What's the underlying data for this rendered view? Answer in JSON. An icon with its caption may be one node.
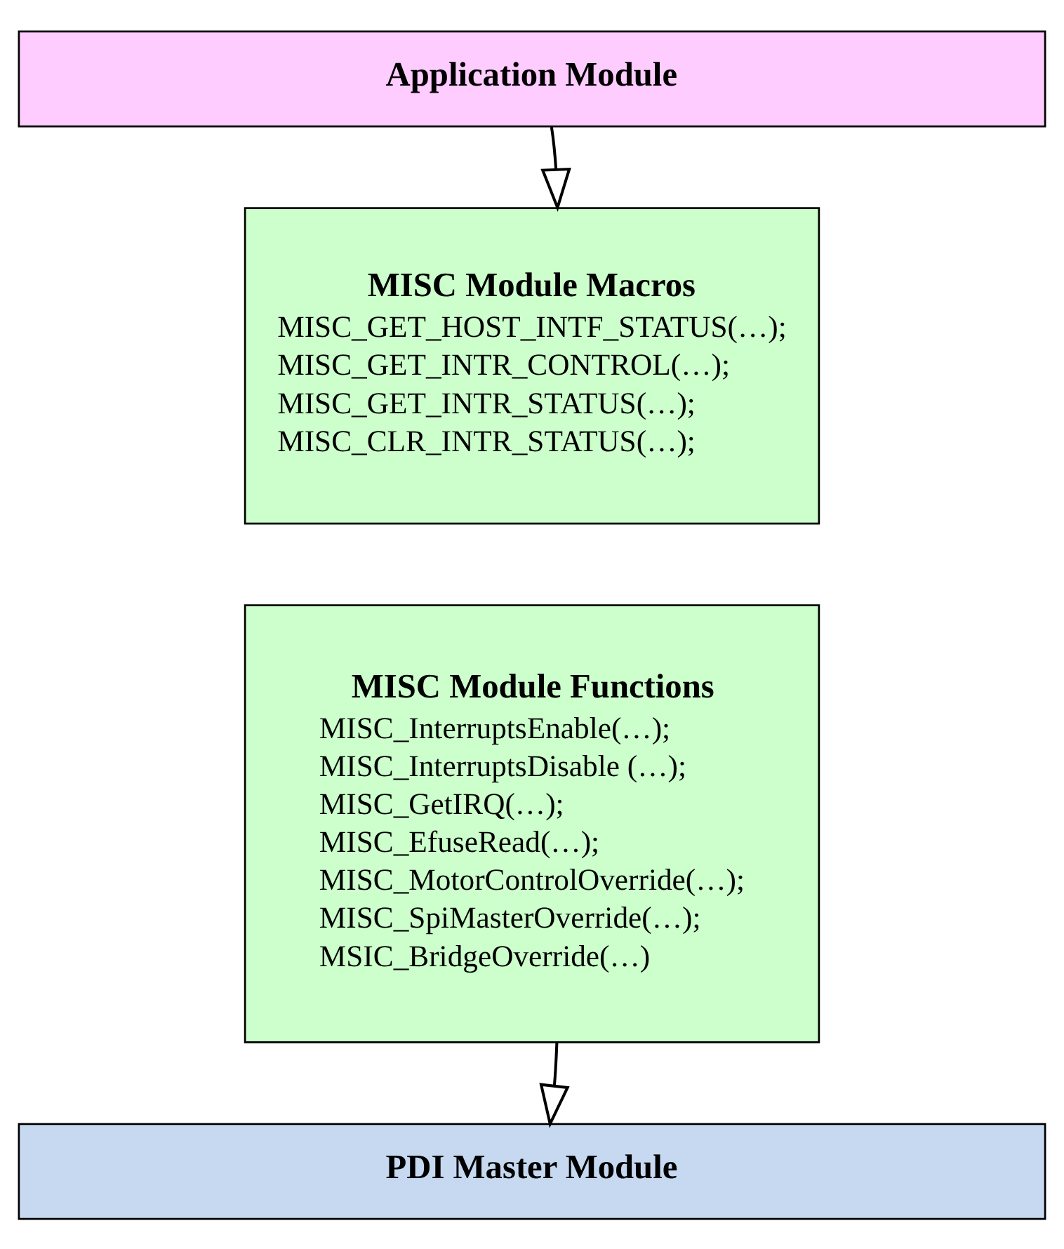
{
  "diagram": {
    "nodes": [
      {
        "text": [
          "Application Module"
        ]
      },
      {
        "text": [
          "MISC Module Macros",
          "MISC_GET_HOST_INTF_STATUS(…);",
          "MISC_GET_INTR_CONTROL(…);",
          "MISC_GET_INTR_STATUS(…);",
          "MISC_CLR_INTR_STATUS(…);"
        ]
      },
      {
        "text": [
          "MISC Module Functions",
          "MISC_InterruptsEnable(…);",
          "MISC_InterruptsDisable (…);",
          "MISC_GetIRQ(…);",
          "MISC_EfuseRead(…);",
          "MISC_MotorControlOverride(…);",
          "MISC_SpiMasterOverride(…);",
          "MSIC_BridgeOverride(…)"
        ]
      },
      {
        "text": [
          "PDI Master Module"
        ]
      }
    ],
    "edges": [
      {
        "from": 0,
        "to": 1,
        "arrow": "to"
      },
      {
        "from": 2,
        "to": 3,
        "arrow": "to"
      }
    ]
  }
}
